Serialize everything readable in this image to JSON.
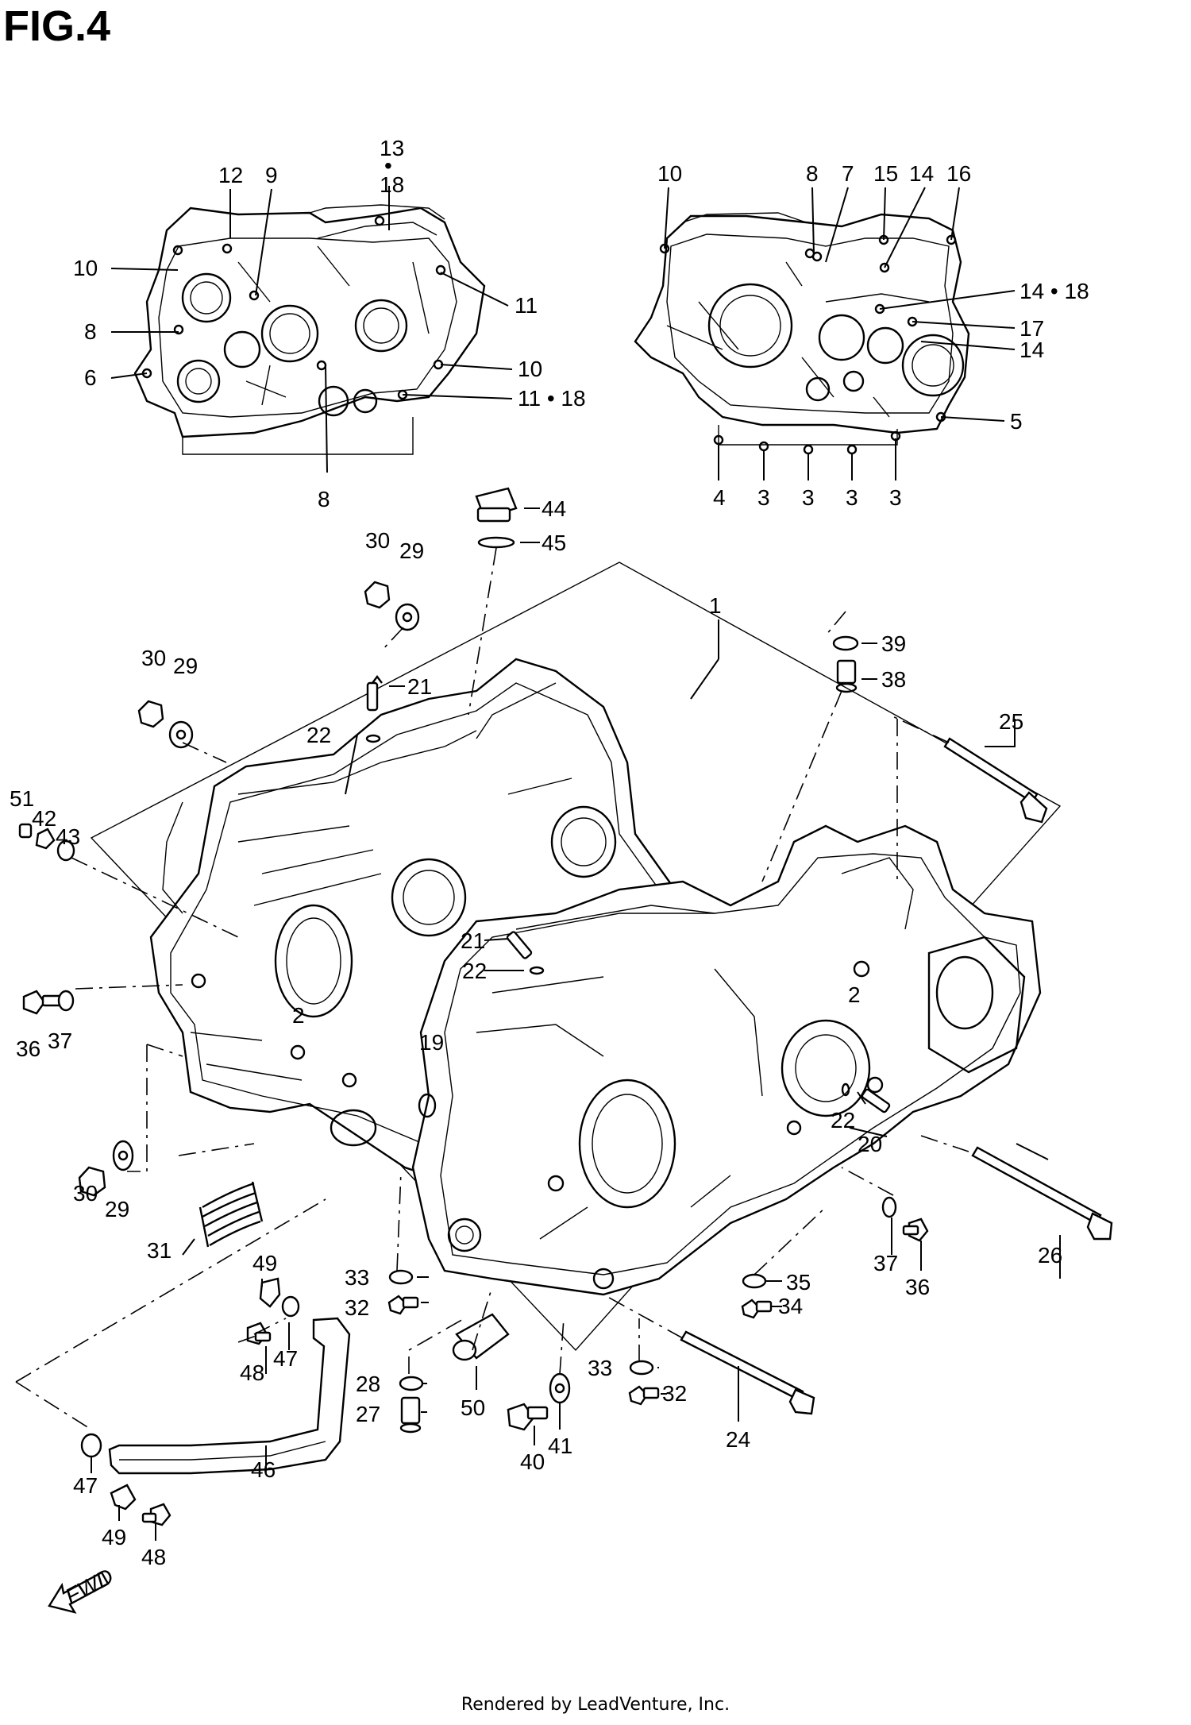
{
  "figure": {
    "title": "FIG.4",
    "footer": "Rendered by LeadVenture, Inc."
  },
  "callouts": {
    "c13": "13",
    "c13dot": "•",
    "c18a": "18",
    "c12": "12",
    "c9": "9",
    "c10a": "10",
    "c8a": "8",
    "c6": "6",
    "c11a": "11",
    "c10b": "10",
    "c1118": "11 • 18",
    "c8b": "8",
    "c10c": "10",
    "c8c": "8",
    "c7": "7",
    "c15": "15",
    "c14a": "14",
    "c16": "16",
    "c1418": "14 • 18",
    "c17": "17",
    "c14b": "14",
    "c5": "5",
    "c4": "4",
    "c3a": "3",
    "c3b": "3",
    "c3c": "3",
    "c3d": "3",
    "c44": "44",
    "c45": "45",
    "c30a": "30",
    "c29a": "29",
    "c1": "1",
    "c39": "39",
    "c38": "38",
    "c30b": "30",
    "c29b": "29",
    "c21a": "21",
    "c22a": "22",
    "c25": "25",
    "c51": "51",
    "c42": "42",
    "c43": "43",
    "c21b": "21",
    "c22b": "22",
    "c36a": "36",
    "c37a": "37",
    "c2a": "2",
    "c2b": "2",
    "c19": "19",
    "c22c": "22",
    "c20": "20",
    "c30c": "30",
    "c29c": "29",
    "c31": "31",
    "c26": "26",
    "c37b": "37",
    "c36b": "36",
    "c49a": "49",
    "c47a": "47",
    "c48a": "48",
    "c33a": "33",
    "c32a": "32",
    "c35": "35",
    "c34": "34",
    "c28": "28",
    "c27": "27",
    "c50": "50",
    "c33b": "33",
    "c32b": "32",
    "c41": "41",
    "c40": "40",
    "c24": "24",
    "c47b": "47",
    "c46": "46",
    "c49b": "49",
    "c48b": "48"
  },
  "badge": {
    "fwd": "FWD"
  }
}
